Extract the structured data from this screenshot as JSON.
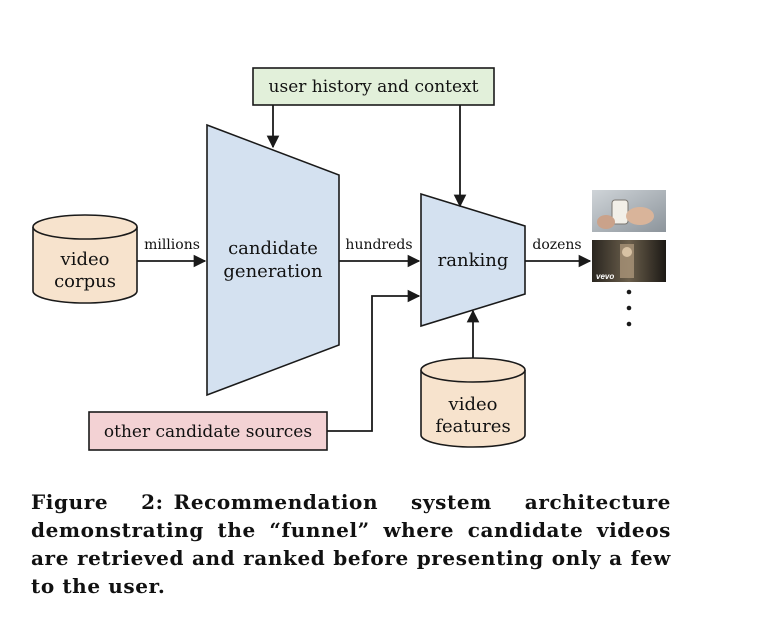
{
  "nodes": {
    "user_history": "user history and context",
    "video_corpus": [
      "video",
      "corpus"
    ],
    "candidate_generation": [
      "candidate",
      "generation"
    ],
    "ranking": "ranking",
    "video_features": [
      "video",
      "features"
    ],
    "other_sources": "other candidate sources"
  },
  "edges": {
    "millions": "millions",
    "hundreds": "hundreds",
    "dozens": "dozens"
  },
  "thumbnails": {
    "vevo_label": "vevo",
    "more": "⋮"
  },
  "caption": {
    "label": "Figure 2:",
    "text": "Recommendation system architecture demonstrating the “funnel” where candidate videos are retrieved and ranked before presenting only a few to the user."
  },
  "colors": {
    "blue_fill": "#d4e1f0",
    "cyl_fill": "#f7e3cd",
    "green_fill": "#e2f0da",
    "pink_fill": "#f3d2d4",
    "stroke": "#1a1a1a"
  }
}
